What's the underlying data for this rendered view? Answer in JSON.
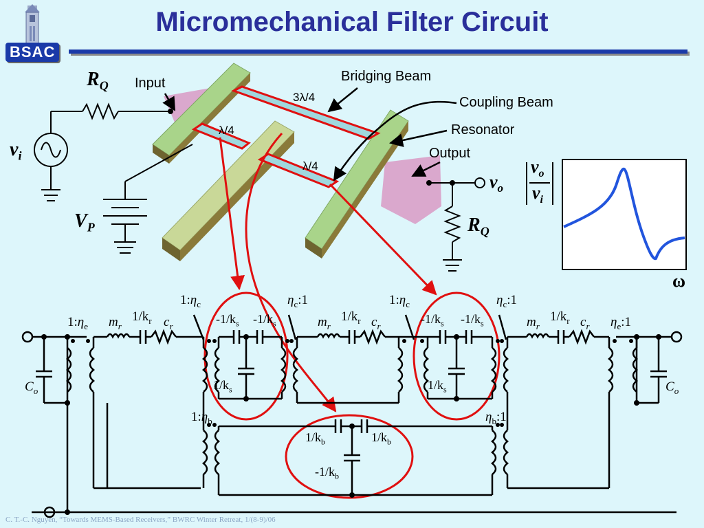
{
  "slide": {
    "title": "Micromechanical Filter Circuit",
    "logo_text": "BSAC",
    "footer": "C. T.-C. Nguyen, “Towards MEMS-Based Receivers,” BWRC Winter Retreat, 1/(8-9)/06"
  },
  "top_diagram": {
    "input_label": "Input",
    "bridging_beam": "Bridging Beam",
    "coupling_beam": "Coupling Beam",
    "resonator": "Resonator",
    "output_label": "Output",
    "beam_3l4": "3λ/4",
    "beam_l4_left": "λ/4",
    "beam_l4_right": "λ/4",
    "rq_sym": "R",
    "rq_sub": "Q",
    "vi_sym": "v",
    "vi_sub": "i",
    "vp_sym": "V",
    "vp_sub": "P",
    "vo_sym": "v",
    "vo_sub": "o",
    "transfer_num": "v",
    "transfer_num_sub": "o",
    "transfer_den": "v",
    "transfer_den_sub": "i",
    "omega": "ω"
  },
  "equivalent_circuit": {
    "ratio_1_ce": "1:",
    "eta": "η",
    "sub_e": "e",
    "sub_c": "c",
    "sub_b": "b",
    "sub_r": "r",
    "sub_s": "s",
    "sub_o": "o",
    "m": "m",
    "c": "c",
    "one_over_k": "1/k",
    "neg_one_over_k": "-1/k",
    "ratio_suffix": ":1",
    "ratio_prefix": "1:",
    "Co": "C"
  },
  "colors": {
    "background": "#ddf6fb",
    "title": "#2a2f9a",
    "highlight": "#e01010",
    "curve": "#2255dd",
    "resonator": "#a9d48a",
    "electrode": "#d9a0c8",
    "beam": "#9fd8de"
  }
}
